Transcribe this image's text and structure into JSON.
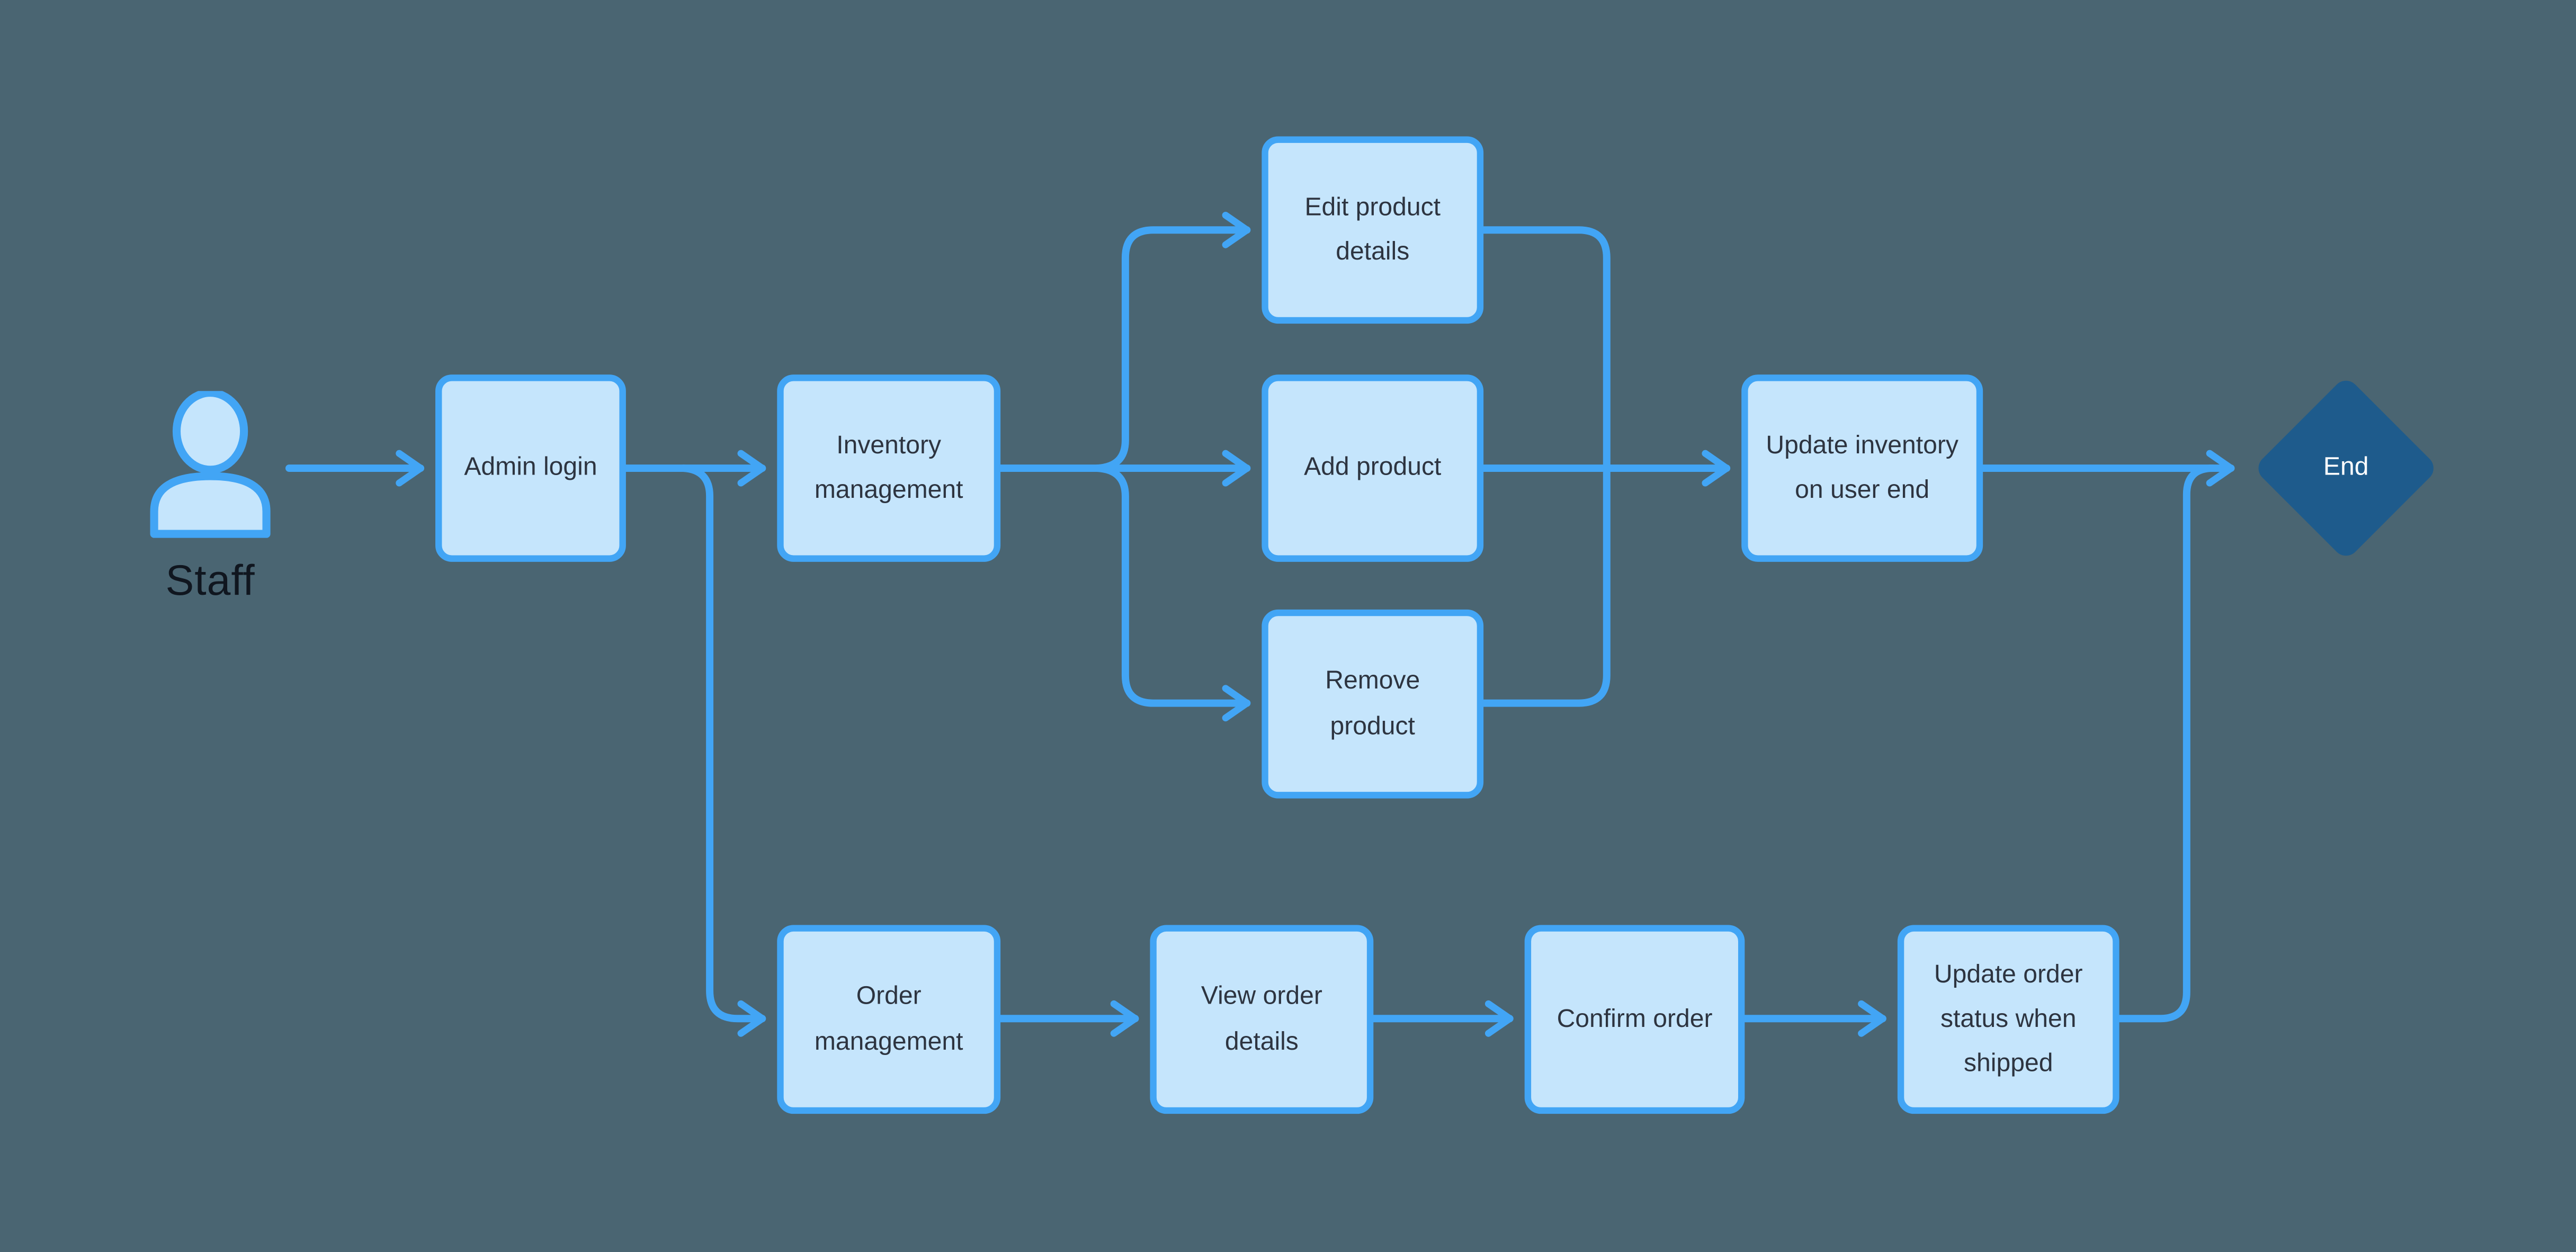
{
  "diagram_type": "flowchart",
  "actor": {
    "label": "Staff",
    "icon": "person-icon"
  },
  "nodes": {
    "admin_login": {
      "label": "Admin login",
      "shape": "rectangle"
    },
    "inventory_management": {
      "label": "Inventory management",
      "shape": "rectangle"
    },
    "edit_product_details": {
      "label": "Edit product details",
      "shape": "rectangle"
    },
    "add_product": {
      "label": "Add product",
      "shape": "rectangle"
    },
    "remove_product": {
      "label": "Remove product",
      "shape": "rectangle"
    },
    "update_inventory_on_user_end": {
      "label": "Update inventory on user end",
      "shape": "rectangle"
    },
    "order_management": {
      "label": "Order management",
      "shape": "rectangle"
    },
    "view_order_details": {
      "label": "View order details",
      "shape": "rectangle"
    },
    "confirm_order": {
      "label": "Confirm order",
      "shape": "rectangle"
    },
    "update_order_status_when_shipped": {
      "label": "Update order status when shipped",
      "shape": "rectangle"
    },
    "end": {
      "label": "End",
      "shape": "diamond"
    }
  },
  "edges": [
    {
      "from": "staff",
      "to": "admin_login"
    },
    {
      "from": "admin_login",
      "to": "inventory_management"
    },
    {
      "from": "admin_login",
      "to": "order_management"
    },
    {
      "from": "inventory_management",
      "to": "edit_product_details"
    },
    {
      "from": "inventory_management",
      "to": "add_product"
    },
    {
      "from": "inventory_management",
      "to": "remove_product"
    },
    {
      "from": "edit_product_details",
      "to": "update_inventory_on_user_end"
    },
    {
      "from": "add_product",
      "to": "update_inventory_on_user_end"
    },
    {
      "from": "remove_product",
      "to": "update_inventory_on_user_end"
    },
    {
      "from": "update_inventory_on_user_end",
      "to": "end"
    },
    {
      "from": "order_management",
      "to": "view_order_details"
    },
    {
      "from": "view_order_details",
      "to": "confirm_order"
    },
    {
      "from": "confirm_order",
      "to": "update_order_status_when_shipped"
    },
    {
      "from": "update_order_status_when_shipped",
      "to": "end"
    }
  ],
  "colors": {
    "background": "#4A6572",
    "node_fill": "#C5E5FC",
    "node_border": "#42A5F5",
    "connector": "#42A5F5",
    "node_text": "#2D3440",
    "end_fill": "#1E5B8C",
    "end_text": "#FFFFFF",
    "actor_text": "#10161F"
  }
}
